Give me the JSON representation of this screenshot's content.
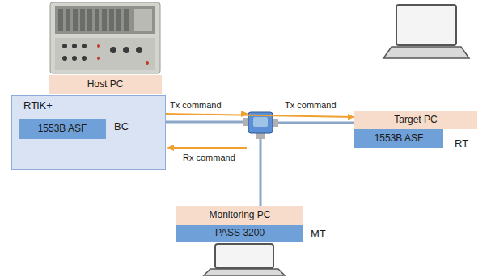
{
  "diagram": {
    "nodes": [
      {
        "text": [
          "Host PC"
        ]
      },
      {
        "text": [
          "RTiK+"
        ]
      },
      {
        "text": [
          "1553B ASF"
        ],
        "in": 1
      },
      {
        "text": [
          "Target PC"
        ]
      },
      {
        "text": [
          "1553B ASF"
        ]
      },
      {
        "text": [
          "Monitoring PC"
        ]
      },
      {
        "text": [
          "PASS 3200"
        ]
      }
    ],
    "edges": [
      {
        "from": 1,
        "to": 3,
        "arrow": "to",
        "label": "Tx command"
      }
    ],
    "labels": [
      "BC",
      "Tx command",
      "Rx command",
      "RT",
      "MT"
    ]
  }
}
